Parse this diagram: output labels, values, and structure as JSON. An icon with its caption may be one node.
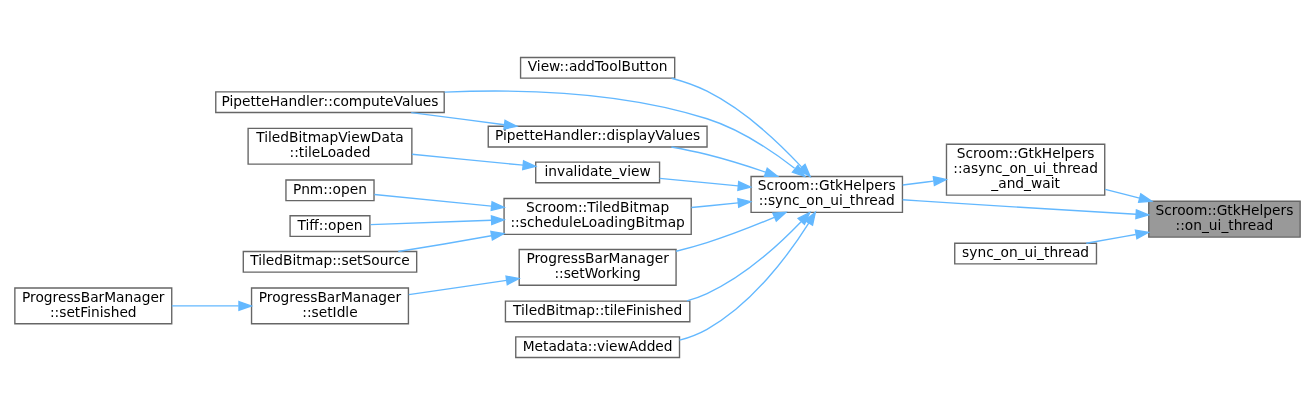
{
  "diagram": {
    "nodes": [
      {
        "text": [
          "Scroom::GtkHelpers ::on_ui_thread"
        ]
      },
      {
        "text": [
          "Scroom::GtkHelpers ::async_on_ui_thread _and_wait"
        ]
      },
      {
        "text": [
          "Scroom::GtkHelpers ::sync_on_ui_thread"
        ]
      },
      {
        "text": [
          "sync_on_ui_thread"
        ]
      },
      {
        "text": [
          "View::addToolButton"
        ]
      },
      {
        "text": [
          "PipetteHandler::computeValues"
        ]
      },
      {
        "text": [
          "PipetteHandler::displayValues"
        ]
      },
      {
        "text": [
          "TiledBitmapViewData ::tileLoaded"
        ]
      },
      {
        "text": [
          "invalidate_view"
        ]
      },
      {
        "text": [
          "Pnm::open"
        ]
      },
      {
        "text": [
          "Scroom::TiledBitmap ::scheduleLoadingBitmap"
        ]
      },
      {
        "text": [
          "Tiff::open"
        ]
      },
      {
        "text": [
          "TiledBitmap::setSource"
        ]
      },
      {
        "text": [
          "ProgressBarManager ::setWorking"
        ]
      },
      {
        "text": [
          "ProgressBarManager ::setFinished"
        ]
      },
      {
        "text": [
          "ProgressBarManager ::setIdle"
        ]
      },
      {
        "text": [
          "TiledBitmap::tileFinished"
        ]
      },
      {
        "text": [
          "Metadata::viewAdded"
        ]
      }
    ],
    "edges": [
      {
        "from": 1,
        "to": 0,
        "arrow": "to"
      },
      {
        "from": 2,
        "to": 0,
        "arrow": "to"
      },
      {
        "from": 3,
        "to": 0,
        "arrow": "to"
      },
      {
        "from": 2,
        "to": 1,
        "arrow": "to"
      },
      {
        "from": 4,
        "to": 2,
        "arrow": "to"
      },
      {
        "from": 5,
        "to": 2,
        "arrow": "to"
      },
      {
        "from": 5,
        "to": 6,
        "arrow": "to"
      },
      {
        "from": 6,
        "to": 2,
        "arrow": "to"
      },
      {
        "from": 7,
        "to": 8,
        "arrow": "to"
      },
      {
        "from": 8,
        "to": 2,
        "arrow": "to"
      },
      {
        "from": 10,
        "to": 2,
        "arrow": "to"
      },
      {
        "from": 9,
        "to": 10,
        "arrow": "to"
      },
      {
        "from": 11,
        "to": 10,
        "arrow": "to"
      },
      {
        "from": 12,
        "to": 10,
        "arrow": "to"
      },
      {
        "from": 13,
        "to": 2,
        "arrow": "to"
      },
      {
        "from": 14,
        "to": 15,
        "arrow": "to"
      },
      {
        "from": 15,
        "to": 13,
        "arrow": "to"
      },
      {
        "from": 16,
        "to": 2,
        "arrow": "to"
      },
      {
        "from": 17,
        "to": 2,
        "arrow": "to"
      }
    ]
  }
}
